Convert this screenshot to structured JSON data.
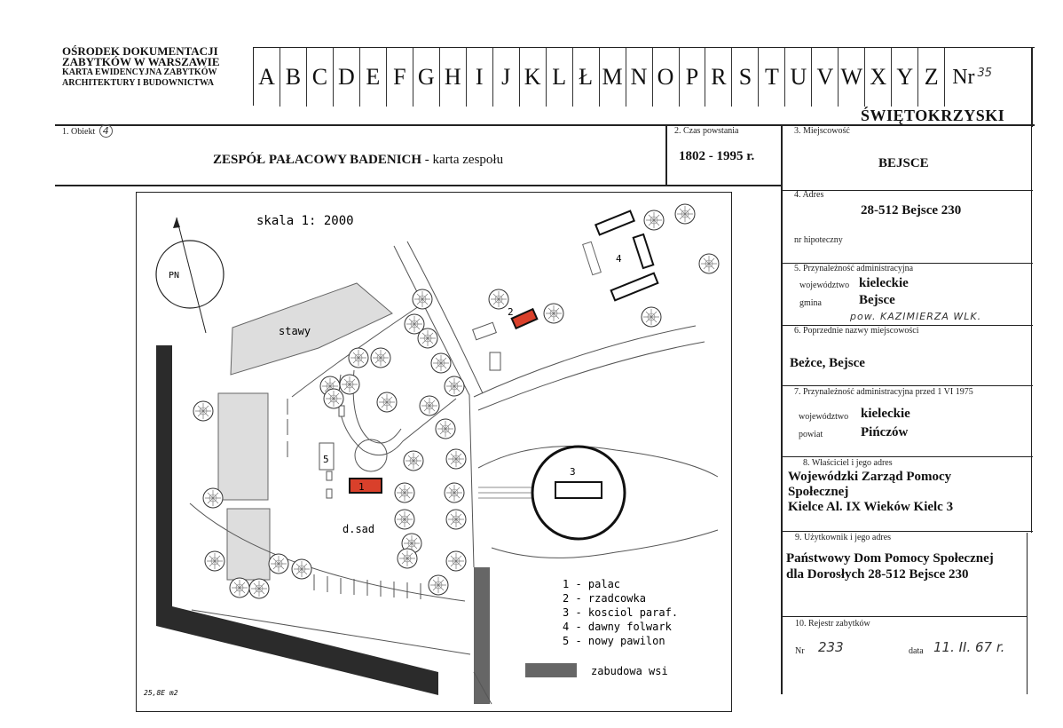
{
  "header": {
    "institution_line1": "OŚRODEK DOKUMENTACJI",
    "institution_line2": "ZABYTKÓW W WARSZAWIE",
    "institution_line3": "KARTA EWIDENCYJNA ZABYTKÓW",
    "institution_line4": "ARCHITEKTURY I BUDOWNICTWA",
    "letters": [
      "A",
      "B",
      "C",
      "D",
      "E",
      "F",
      "G",
      "H",
      "I",
      "J",
      "K",
      "L",
      "Ł",
      "M",
      "N",
      "O",
      "P",
      "R",
      "S",
      "T",
      "U",
      "V",
      "W",
      "X",
      "Y",
      "Z"
    ],
    "nr_label": "Nr",
    "nr_hand": "35",
    "region": "ŚWIĘTOKRZYSKI"
  },
  "obiekt": {
    "label": "1. Obiekt",
    "hand_number": "4",
    "value_bold": "ZESPÓŁ PAŁACOWY BADENICH",
    "value_rest": " - karta zespołu"
  },
  "czas": {
    "label": "2. Czas powstania",
    "value": "1802 - 1995 r."
  },
  "miejscowosc": {
    "label": "3. Miejscowość",
    "value": "BEJSCE"
  },
  "adres": {
    "label": "4. Adres",
    "value": "28-512 Bejsce 230",
    "hipoteczny_label": "nr hipoteczny"
  },
  "przynaleznosc": {
    "label": "5. Przynależność administracyjna",
    "woj_label": "województwo",
    "woj_value": "kieleckie",
    "gmina_label": "gmina",
    "gmina_value": "Bejsce",
    "hand_note": "pow. KAZIMIERZA WLK."
  },
  "poprzednie": {
    "label": "6. Poprzednie nazwy miejscowości",
    "value": "Beżce, Bejsce"
  },
  "przed1975": {
    "label": "7. Przynależność administracyjna przed 1 VI 1975",
    "woj_label": "województwo",
    "woj_value": "kieleckie",
    "powiat_label": "powiat",
    "powiat_value": "Pińczów"
  },
  "wlasciciel": {
    "label": "8. Właściciel i jego adres",
    "line1": "Wojewódzki Zarząd Pomocy",
    "line2": "Społecznej",
    "line3": "Kielce Al. IX Wieków Kielc 3"
  },
  "uzytkownik": {
    "label": "9. Użytkownik i jego adres",
    "line1": "Państwowy Dom Pomocy Społecznej",
    "line2": "dla Dorosłych 28-512 Bejsce 230"
  },
  "rejestr": {
    "label": "10. Rejestr zabytków",
    "nr_label": "Nr",
    "nr_value": "233",
    "data_label": "data",
    "data_value": "11. II. 67 r."
  },
  "map": {
    "scale": "skala 1: 2000",
    "north": "PN",
    "ponds": "stawy",
    "orchard": "d.sad",
    "num1": "1",
    "num2": "2",
    "num3": "3",
    "num4": "4",
    "num5": "5",
    "legend": [
      "1 - palac",
      "2 - rzadcowka",
      "3 - kosciol paraf.",
      "4 - dawny folwark",
      "5 - nowy pawilon"
    ],
    "village_label": "zabudowa wsi",
    "footnote": "25,8E m2",
    "colors": {
      "building": "#d9402b",
      "road": "#2b2b2b",
      "village": "#666666"
    }
  }
}
